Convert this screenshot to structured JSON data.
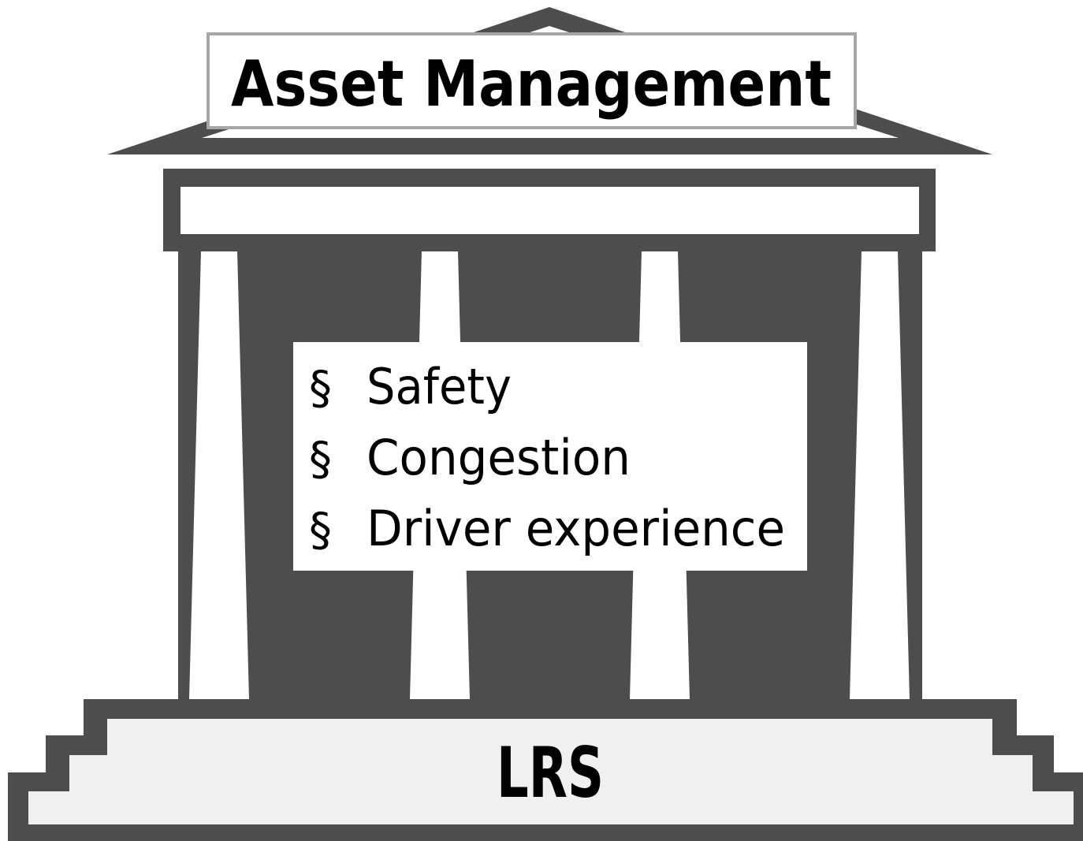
{
  "diagram": {
    "roof_label": "Asset Management",
    "base_label": "LRS",
    "items": [
      {
        "bullet": "§",
        "label": "Safety"
      },
      {
        "bullet": "§",
        "label": "Congestion"
      },
      {
        "bullet": "§",
        "label": "Driver experience"
      }
    ],
    "colors": {
      "structure": "#4d4d4d",
      "fill_white": "#ffffff",
      "base_fill": "#f0f0f0",
      "label_border": "#a6a6a6"
    }
  }
}
